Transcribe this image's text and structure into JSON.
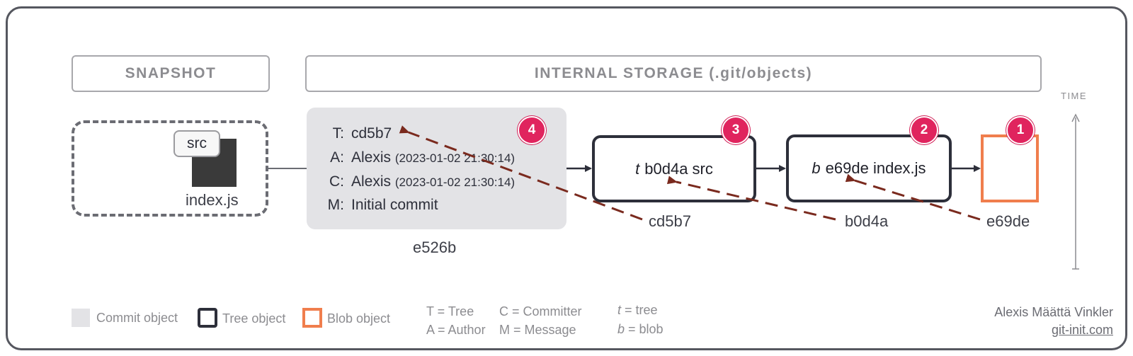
{
  "headers": {
    "snapshot": "SNAPSHOT",
    "storage": "INTERNAL STORAGE (.git/objects)",
    "time": "TIME"
  },
  "snapshot": {
    "folder_name": "src",
    "file_name": "index.js"
  },
  "commit": {
    "tree_key": "T:",
    "tree_value": "cd5b7",
    "author_key": "A:",
    "author_name": "Alexis",
    "author_date": "(2023-01-02 21:30:14)",
    "committer_key": "C:",
    "committer_name": "Alexis",
    "committer_date": "(2023-01-02 21:30:14)",
    "message_key": "M:",
    "message_value": "Initial commit",
    "hash": "e526b",
    "step": "4"
  },
  "tree_root": {
    "type_letter": "t",
    "entry": "b0d4a src",
    "hash": "cd5b7",
    "step": "3"
  },
  "tree_src": {
    "type_letter": "b",
    "entry": "e69de index.js",
    "hash": "b0d4a",
    "step": "2"
  },
  "blob": {
    "hash": "e69de",
    "step": "1"
  },
  "legend": {
    "commit": "Commit object",
    "tree": "Tree object",
    "blob": "Blob object",
    "t_tree": "T = Tree",
    "a_author": "A = Author",
    "c_committer": "C = Committer",
    "m_message": "M = Message",
    "lower_t": "t",
    "lower_t_rest": " = tree",
    "lower_b": "b",
    "lower_b_rest": " = blob"
  },
  "credits": {
    "author": "Alexis Määttä Vinkler",
    "site": "git-init.com"
  },
  "colors": {
    "commit_fill": "#e3e3e6",
    "tree_border": "#2d2f3a",
    "blob_border": "#f07e4d",
    "badge": "#e0245e",
    "reference_arrow": "#7a2a1e"
  }
}
